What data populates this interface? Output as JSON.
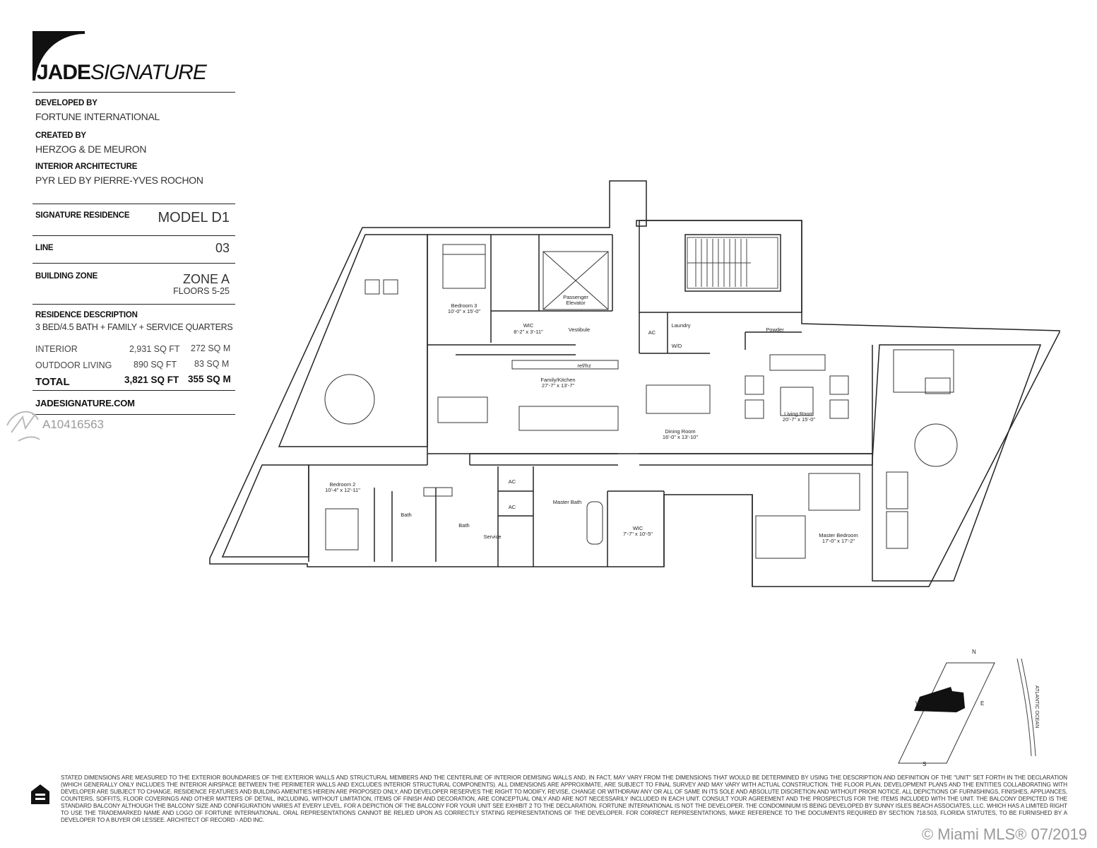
{
  "brand": {
    "name_bold": "JADE",
    "name_italic": "SIGNATURE"
  },
  "credits": {
    "developed_by_label": "DEVELOPED BY",
    "developed_by_value": "FORTUNE INTERNATIONAL",
    "created_by_label": "CREATED BY",
    "created_by_value": "HERZOG & DE MEURON",
    "interior_label": "INTERIOR ARCHITECTURE",
    "interior_value": "PYR LED BY PIERRE-YVES ROCHON"
  },
  "specs": {
    "residence_label": "SIGNATURE RESIDENCE",
    "residence_value": "MODEL D1",
    "line_label": "LINE",
    "line_value": "03",
    "zone_label": "BUILDING ZONE",
    "zone_value": "ZONE A",
    "floors_value": "FLOORS 5-25",
    "description_label": "RESIDENCE DESCRIPTION",
    "description_value": "3 BED/4.5 BATH + FAMILY + SERVICE QUARTERS"
  },
  "areas": {
    "interior_label": "INTERIOR",
    "interior_sqft": "2,931 SQ FT",
    "interior_sqm": "272 SQ M",
    "outdoor_label": "OUTDOOR LIVING",
    "outdoor_sqft": "890 SQ FT",
    "outdoor_sqm": "83 SQ M",
    "total_label": "TOTAL",
    "total_sqft": "3,821 SQ FT",
    "total_sqm": "355 SQ M"
  },
  "website": "JADESIGNATURE.COM",
  "listing_id": "A10416563",
  "watermark": "© Miami MLS® 07/2019",
  "rooms": {
    "bedroom3": "Bedroom 3",
    "bedroom3_dim": "10'-0\" x 15'-0\"",
    "wic1": "WIC",
    "wic1_dim": "8'-2\" x 3'-11\"",
    "elevator": "Passenger",
    "elevator2": "Elevator",
    "vestibule": "Vestibule",
    "ac1": "AC",
    "laundry": "Laundry",
    "wd": "W/D",
    "powder": "Powder",
    "reffrz": "ref/frz",
    "family": "Family/Kitchen",
    "family_dim": "27'-7\" x 13'-7\"",
    "dining": "Dining Room",
    "dining_dim": "16'-0\" x 13'-10\"",
    "living": "Living Room",
    "living_dim": "20'-7\" x 15'-0\"",
    "bedroom2": "Bedroom 2",
    "bedroom2_dim": "10'-4\" x 12'-11\"",
    "bath1": "Bath",
    "bath2": "Bath",
    "ac2": "AC",
    "ac3": "AC",
    "service": "Service",
    "master_bath": "Master Bath",
    "wic2": "WIC",
    "wic2_dim": "7'-7\" x 10'-5\"",
    "master_bed": "Master Bedroom",
    "master_bed_dim": "17'-0\" x 17'-2\""
  },
  "compass": {
    "n": "N",
    "s": "S",
    "e": "E",
    "w": "W",
    "ocean": "ATLANTIC OCEAN"
  },
  "disclaimer": "STATED DIMENSIONS ARE MEASURED TO THE EXTERIOR BOUNDARIES OF THE EXTERIOR WALLS AND STRUCTURAL MEMBERS AND THE CENTERLINE OF INTERIOR DEMISING WALLS AND, IN FACT, MAY VARY FROM THE DIMENSIONS THAT WOULD BE DETERMINED BY USING THE DESCRIPTION AND DEFINITION OF THE \"UNIT\" SET FORTH IN THE DECLARATION (WHICH GENERALLY ONLY INCLUDES THE INTERIOR AIRSPACE BETWEEN THE PERIMETER WALLS AND EXCLUDES INTERIOR STRUCTURAL COMPONENTS). ALL DIMENSIONS ARE APPROXIMATE, ARE SUBJECT TO FINAL SURVEY AND MAY VARY WITH ACTUAL CONSTRUCTION. THE FLOOR PLAN, DEVELOPMENT PLANS AND THE ENTITIES COLLABORATING WITH DEVELOPER ARE SUBJECT TO CHANGE. RESIDENCE FEATURES AND BUILDING AMENITIES HEREIN ARE PROPOSED ONLY, AND DEVELOPER RESERVES THE RIGHT TO MODIFY, REVISE, CHANGE OR WITHDRAW ANY OR ALL OF SAME IN ITS SOLE AND ABSOLUTE DISCRETION AND WITHOUT PRIOR NOTICE. ALL DEPICTIONS OF FURNISHINGS, FINISHES, APPLIANCES, COUNTERS, SOFFITS, FLOOR COVERINGS AND OTHER MATTERS OF DETAIL, INCLUDING, WITHOUT LIMITATION, ITEMS OF FINISH AND DECORATION, ARE CONCEPTUAL ONLY AND ARE NOT NECESSARILY INCLUDED IN EACH UNIT. CONSULT YOUR AGREEMENT AND THE PROSPECTUS FOR THE ITEMS INCLUDED WITH THE UNIT. THE BALCONY DEPICTED IS THE STANDARD BALCONY ALTHOUGH THE BALCONY SIZE AND CONFIGURATION VARIES AT EVERY LEVEL. FOR A DEPICTION OF THE BALCONY FOR YOUR UNIT SEE EXHIBIT 2 TO THE DECLARATION. FORTUNE INTERNATIONAL IS NOT THE DEVELOPER. THE CONDOMINIUM IS BEING DEVELOPED BY SUNNY ISLES BEACH ASSOCIATES, LLC. WHICH HAS A LIMITED RIGHT TO USE THE TRADEMARKED NAME AND LOGO OF FORTUNE INTERNATIONAL. ORAL REPRESENTATIONS CANNOT BE RELIED UPON AS CORRECTLY STATING REPRESENTATIONS OF THE DEVELOPER. FOR CORRECT REPRESENTATIONS, MAKE REFERENCE TO THE DOCUMENTS REQUIRED BY SECTION 718.503, FLORIDA STATUTES, TO BE FURNISHED BY A DEVELOPER TO A BUYER OR LESSEE. ARCHITECT OF RECORD - ADD INC."
}
